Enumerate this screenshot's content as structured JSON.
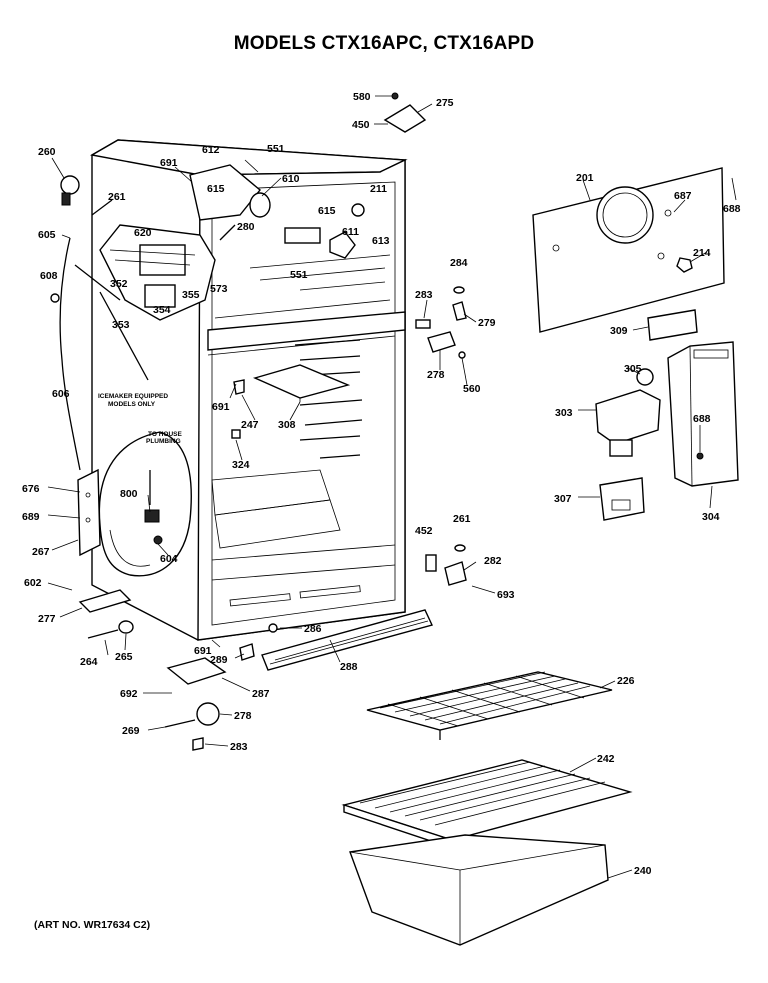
{
  "title": "MODELS CTX16APC, CTX16APD",
  "art_no": "(ART NO. WR17634 C2)",
  "notes": {
    "icemaker_line1": "ICEMAKER EQUIPPED",
    "icemaker_line2": "MODELS ONLY",
    "house_line1": "TO HOUSE",
    "house_line2": "PLUMBING"
  },
  "labels": {
    "l580a": "580",
    "l275": "275",
    "l450": "450",
    "l260": "260",
    "l691a": "691",
    "l612": "612",
    "l551a": "551",
    "l610": "610",
    "l615a": "615",
    "l211": "211",
    "l261a": "261",
    "l615b": "615",
    "l611": "611",
    "l605": "605",
    "l620": "620",
    "l280": "280",
    "l613": "613",
    "l551b": "551",
    "l608": "608",
    "l352": "352",
    "l355": "355",
    "l573": "573",
    "l354": "354",
    "l353": "353",
    "l201": "201",
    "l687": "687",
    "l688a": "688",
    "l214": "214",
    "l284": "284",
    "l283a": "283",
    "l279": "279",
    "l309": "309",
    "l278a": "278",
    "l560b": "560",
    "l305": "305",
    "l606": "606",
    "l691b": "691",
    "l247": "247",
    "l308": "308",
    "l303": "303",
    "l688b": "688",
    "l324": "324",
    "l676": "676",
    "l800": "800",
    "l689": "689",
    "l267": "267",
    "l604": "604",
    "l307": "307",
    "l304": "304",
    "l452": "452",
    "l261b": "261",
    "l282": "282",
    "l602": "602",
    "l693": "693",
    "l277": "277",
    "l286": "286",
    "l691c": "691",
    "l264": "264",
    "l265": "265",
    "l289": "289",
    "l288": "288",
    "l692": "692",
    "l287": "287",
    "l226": "226",
    "l269": "269",
    "l278b": "278",
    "l283b": "283",
    "l242": "242",
    "l240": "240"
  }
}
